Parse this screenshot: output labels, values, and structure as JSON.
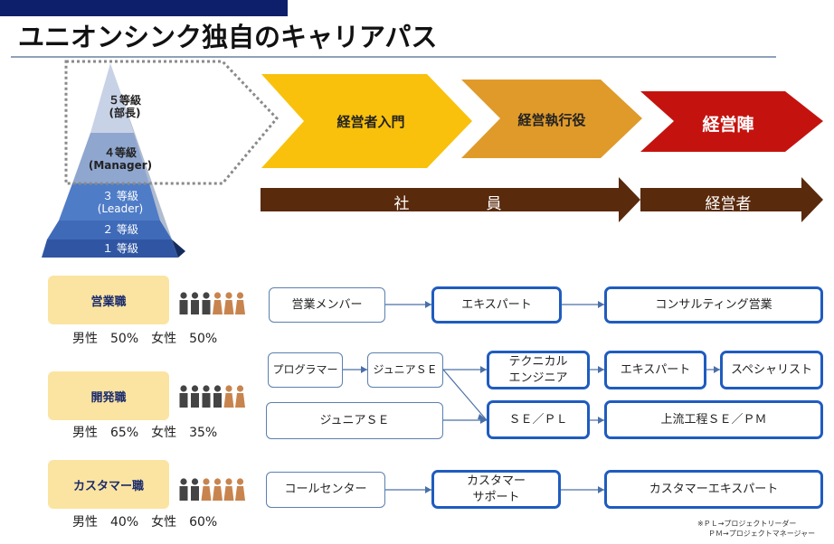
{
  "title": "ユニオンシンク独自のキャリアパス",
  "pyramid": {
    "levels": [
      {
        "label": "５等級",
        "sub": "(部長)"
      },
      {
        "label": "４等級",
        "sub": "(Manager)"
      },
      {
        "label": "３ 等級",
        "sub": "(Leader)"
      },
      {
        "label": "２ 等級",
        "sub": ""
      },
      {
        "label": "１ 等級",
        "sub": ""
      }
    ]
  },
  "stages": [
    {
      "label": "経営者入門",
      "color": "#f9c10c"
    },
    {
      "label": "経営執行役",
      "color": "#e09a2a"
    },
    {
      "label": "経営陣",
      "color": "#c4130f"
    }
  ],
  "employee_arrows": {
    "shain": "社　　　　　員",
    "keieisha": "経営者",
    "color": "#5a2a0c"
  },
  "tracks": [
    {
      "name": "営業職",
      "ratio": "男性　50%　女性　50%",
      "males": 3,
      "females": 3,
      "nodes": [
        "営業メンバー",
        "エキスパート",
        "コンサルティング営業"
      ]
    },
    {
      "name": "開発職",
      "ratio": "男性　65%　女性　35%",
      "males": 4,
      "females": 2,
      "nodes": [
        "プログラマー",
        "ジュニアＳＥ",
        "テクニカル\nエンジニア",
        "エキスパート",
        "スペシャリスト",
        "ジュニアＳＥ",
        "ＳＥ／ＰＬ",
        "上流工程ＳＥ／ＰＭ"
      ]
    },
    {
      "name": "カスタマー職",
      "ratio": "男性　40%　女性　60%",
      "males": 2,
      "females": 4,
      "nodes": [
        "コールセンター",
        "カスタマー\nサポート",
        "カスタマーエキスパート"
      ]
    }
  ],
  "footnote": [
    "※ＰＬ→プロジェクトリーダー",
    "ＰＭ→プロジェクトマネージャー"
  ],
  "colors": {
    "male": "#444444",
    "female": "#c8844e",
    "category_bg": "#fbe4a1",
    "box_border": "#1f5cbf"
  }
}
